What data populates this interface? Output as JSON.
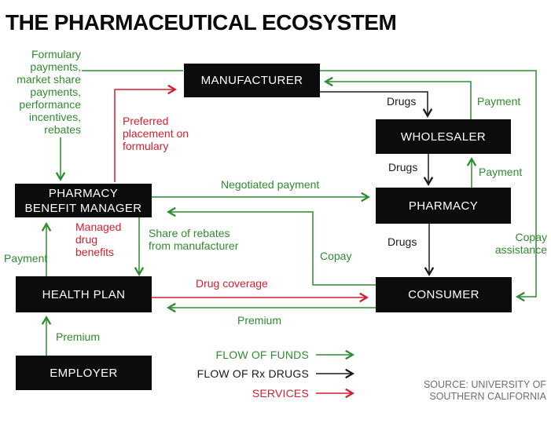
{
  "title": "THE PHARMACEUTICAL ECOSYSTEM",
  "colors": {
    "flow_of_funds": "#2e8b2e",
    "flow_of_drugs": "#1a1a1a",
    "services": "#d21f2f",
    "node_background": "#0c0c0c",
    "node_text": "#ffffff",
    "source_text": "#6e6e6e"
  },
  "nodes": {
    "manufacturer": "MANUFACTURER",
    "wholesaler": "WHOLESALER",
    "pharmacy": "PHARMACY",
    "consumer": "CONSUMER",
    "pbm": "PHARMACY BENEFIT MANAGER",
    "health_plan": "HEALTH PLAN",
    "employer": "EMPLOYER"
  },
  "edge_labels": {
    "formulary_payments": "Formulary payments, market share payments, performance incentives, rebates",
    "preferred_placement": "Preferred placement on formulary",
    "drugs_manufacturer_wholesaler": "Drugs",
    "payment_wholesaler_manufacturer": "Payment",
    "drugs_wholesaler_pharmacy": "Drugs",
    "payment_pharmacy_wholesaler": "Payment",
    "negotiated_payment": "Negotiated payment",
    "managed_drug_benefits": "Managed drug benefits",
    "share_of_rebates": "Share of rebates from manufacturer",
    "copay": "Copay",
    "copay_assistance": "Copay assistance",
    "payment_healthplan_pbm": "Payment",
    "drug_coverage": "Drug coverage",
    "premium_consumer_healthplan": "Premium",
    "premium_employer_healthplan": "Premium",
    "drugs_pharmacy_consumer": "Drugs"
  },
  "legend": {
    "flow_of_funds": "FLOW OF FUNDS",
    "flow_of_rx_drugs": "FLOW OF Rx DRUGS",
    "services": "SERVICES"
  },
  "source": {
    "line1": "SOURCE: UNIVERSITY OF",
    "line2": "SOUTHERN CALIFORNIA"
  }
}
